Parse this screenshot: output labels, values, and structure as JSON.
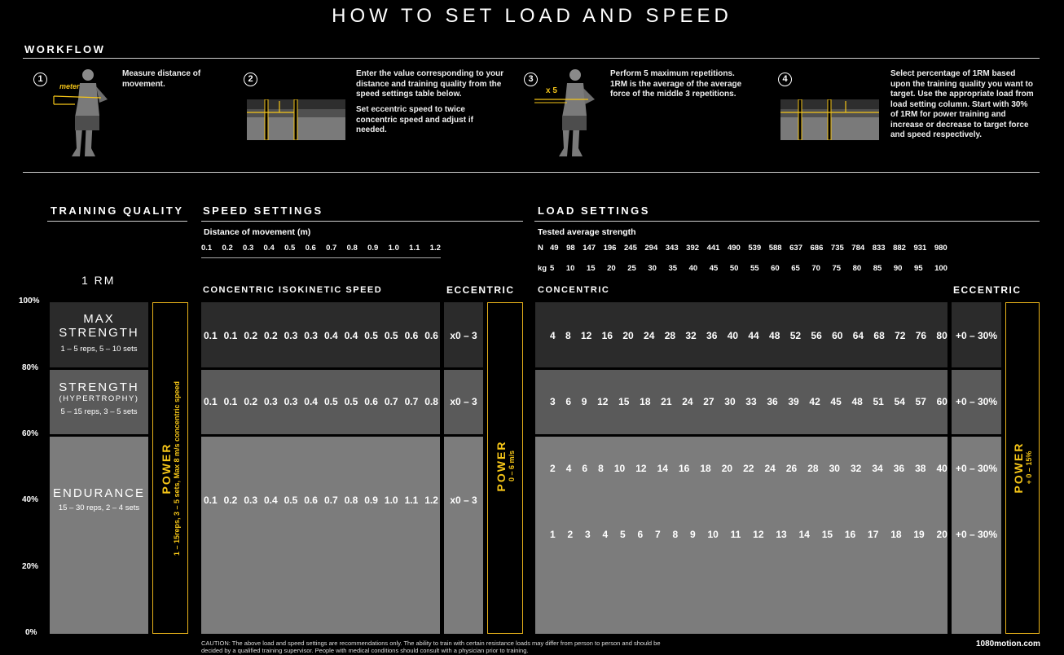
{
  "title": "HOW TO SET LOAD AND SPEED",
  "workflow": {
    "heading": "WORKFLOW",
    "steps": [
      {
        "num": "①",
        "text": "Measure distance of movement.",
        "label": "meter"
      },
      {
        "num": "②",
        "text": "Enter the value corresponding to your distance and training quality from the speed settings table below.",
        "text2": "Set eccentric speed to twice concentric speed and adjust if needed."
      },
      {
        "num": "③",
        "text": "Perform 5 maximum repetitions. 1RM is the average of the average force of the middle 3 repetitions.",
        "label": "x 5"
      },
      {
        "num": "④",
        "text": "Select percentage of 1RM based upon the training quality you want to target. Use the appropriate load from load setting column. Start with 30% of 1RM for power training and increase or decrease to target force and speed respectively."
      }
    ]
  },
  "training_quality": {
    "heading": "TRAINING QUALITY",
    "rm_label": "1 RM",
    "percent_axis": [
      "100%",
      "80%",
      "60%",
      "40%",
      "20%",
      "0%"
    ],
    "max_strength": {
      "name1": "MAX",
      "name2": "STRENGTH",
      "sub": "1 – 5 reps, 5 – 10 sets"
    },
    "strength": {
      "name": "STRENGTH",
      "paren": "(HYPERTROPHY)",
      "sub": "5 – 15 reps, 3 – 5 sets"
    },
    "endurance": {
      "name": "ENDURANCE",
      "sub": "15 – 30 reps, 2 – 4 sets"
    },
    "power": {
      "title": "POWER",
      "sub": "1 – 15reps, 3 – 5 sets, Max 8 m/s concentric speed"
    }
  },
  "speed_settings": {
    "heading": "SPEED SETTINGS",
    "distance_label": "Distance of movement (m)",
    "distances": [
      "0.1",
      "0.2",
      "0.3",
      "0.4",
      "0.5",
      "0.6",
      "0.7",
      "0.8",
      "0.9",
      "1.0",
      "1.1",
      "1.2"
    ],
    "concentric_heading": "CONCENTRIC ISOKINETIC SPEED",
    "eccentric_heading": "ECCENTRIC",
    "rows": [
      [
        "0.1",
        "0.1",
        "0.2",
        "0.2",
        "0.3",
        "0.3",
        "0.4",
        "0.4",
        "0.5",
        "0.5",
        "0.6",
        "0.6"
      ],
      [
        "0.1",
        "0.1",
        "0.2",
        "0.3",
        "0.3",
        "0.4",
        "0.5",
        "0.5",
        "0.6",
        "0.7",
        "0.7",
        "0.8"
      ],
      [
        "0.1",
        "0.2",
        "0.3",
        "0.4",
        "0.5",
        "0.6",
        "0.7",
        "0.8",
        "0.9",
        "1.0",
        "1.1",
        "1.2"
      ]
    ],
    "eccentric_values": [
      "x0 – 3",
      "x0 – 3",
      "x0 – 3"
    ],
    "power": {
      "title": "POWER",
      "sub": "0 – 6 m/s"
    }
  },
  "load_settings": {
    "heading": "LOAD SETTINGS",
    "tested_label": "Tested average strength",
    "n_label": "N",
    "n_values": [
      "49",
      "98",
      "147",
      "196",
      "245",
      "294",
      "343",
      "392",
      "441",
      "490",
      "539",
      "588",
      "637",
      "686",
      "735",
      "784",
      "833",
      "882",
      "931",
      "980"
    ],
    "kg_label": "kg",
    "kg_values": [
      "5",
      "10",
      "15",
      "20",
      "25",
      "30",
      "35",
      "40",
      "45",
      "50",
      "55",
      "60",
      "65",
      "70",
      "75",
      "80",
      "85",
      "90",
      "95",
      "100"
    ],
    "concentric_heading": "CONCENTRIC",
    "eccentric_heading": "ECCENTRIC",
    "rows": [
      [
        "4",
        "8",
        "12",
        "16",
        "20",
        "24",
        "28",
        "32",
        "36",
        "40",
        "44",
        "48",
        "52",
        "56",
        "60",
        "64",
        "68",
        "72",
        "76",
        "80"
      ],
      [
        "3",
        "6",
        "9",
        "12",
        "15",
        "18",
        "21",
        "24",
        "27",
        "30",
        "33",
        "36",
        "39",
        "42",
        "45",
        "48",
        "51",
        "54",
        "57",
        "60"
      ],
      [
        "2",
        "4",
        "6",
        "8",
        "10",
        "12",
        "14",
        "16",
        "18",
        "20",
        "22",
        "24",
        "26",
        "28",
        "30",
        "32",
        "34",
        "36",
        "38",
        "40"
      ],
      [
        "1",
        "2",
        "3",
        "4",
        "5",
        "6",
        "7",
        "8",
        "9",
        "10",
        "11",
        "12",
        "13",
        "14",
        "15",
        "16",
        "17",
        "18",
        "19",
        "20"
      ]
    ],
    "eccentric_values": [
      "+0 – 30%",
      "+0 – 30%",
      "+0 – 30%",
      "+0 – 30%"
    ],
    "power": {
      "title": "POWER",
      "sub": "+ 0 – 15%"
    }
  },
  "footer": {
    "caution": "CAUTION:  The above load and speed settings are recommendations only. The ability to train with certain resistance loads may differ from person to person and should be decided by a qualified training supervisor. People with medical conditions should consult with a physician prior to training.",
    "site": "1080motion.com"
  },
  "colors": {
    "accent": "#f5c518",
    "dark_band": "#2b2b2b",
    "mid_band": "#5a5a5a",
    "light_band": "#7c7c7c"
  }
}
